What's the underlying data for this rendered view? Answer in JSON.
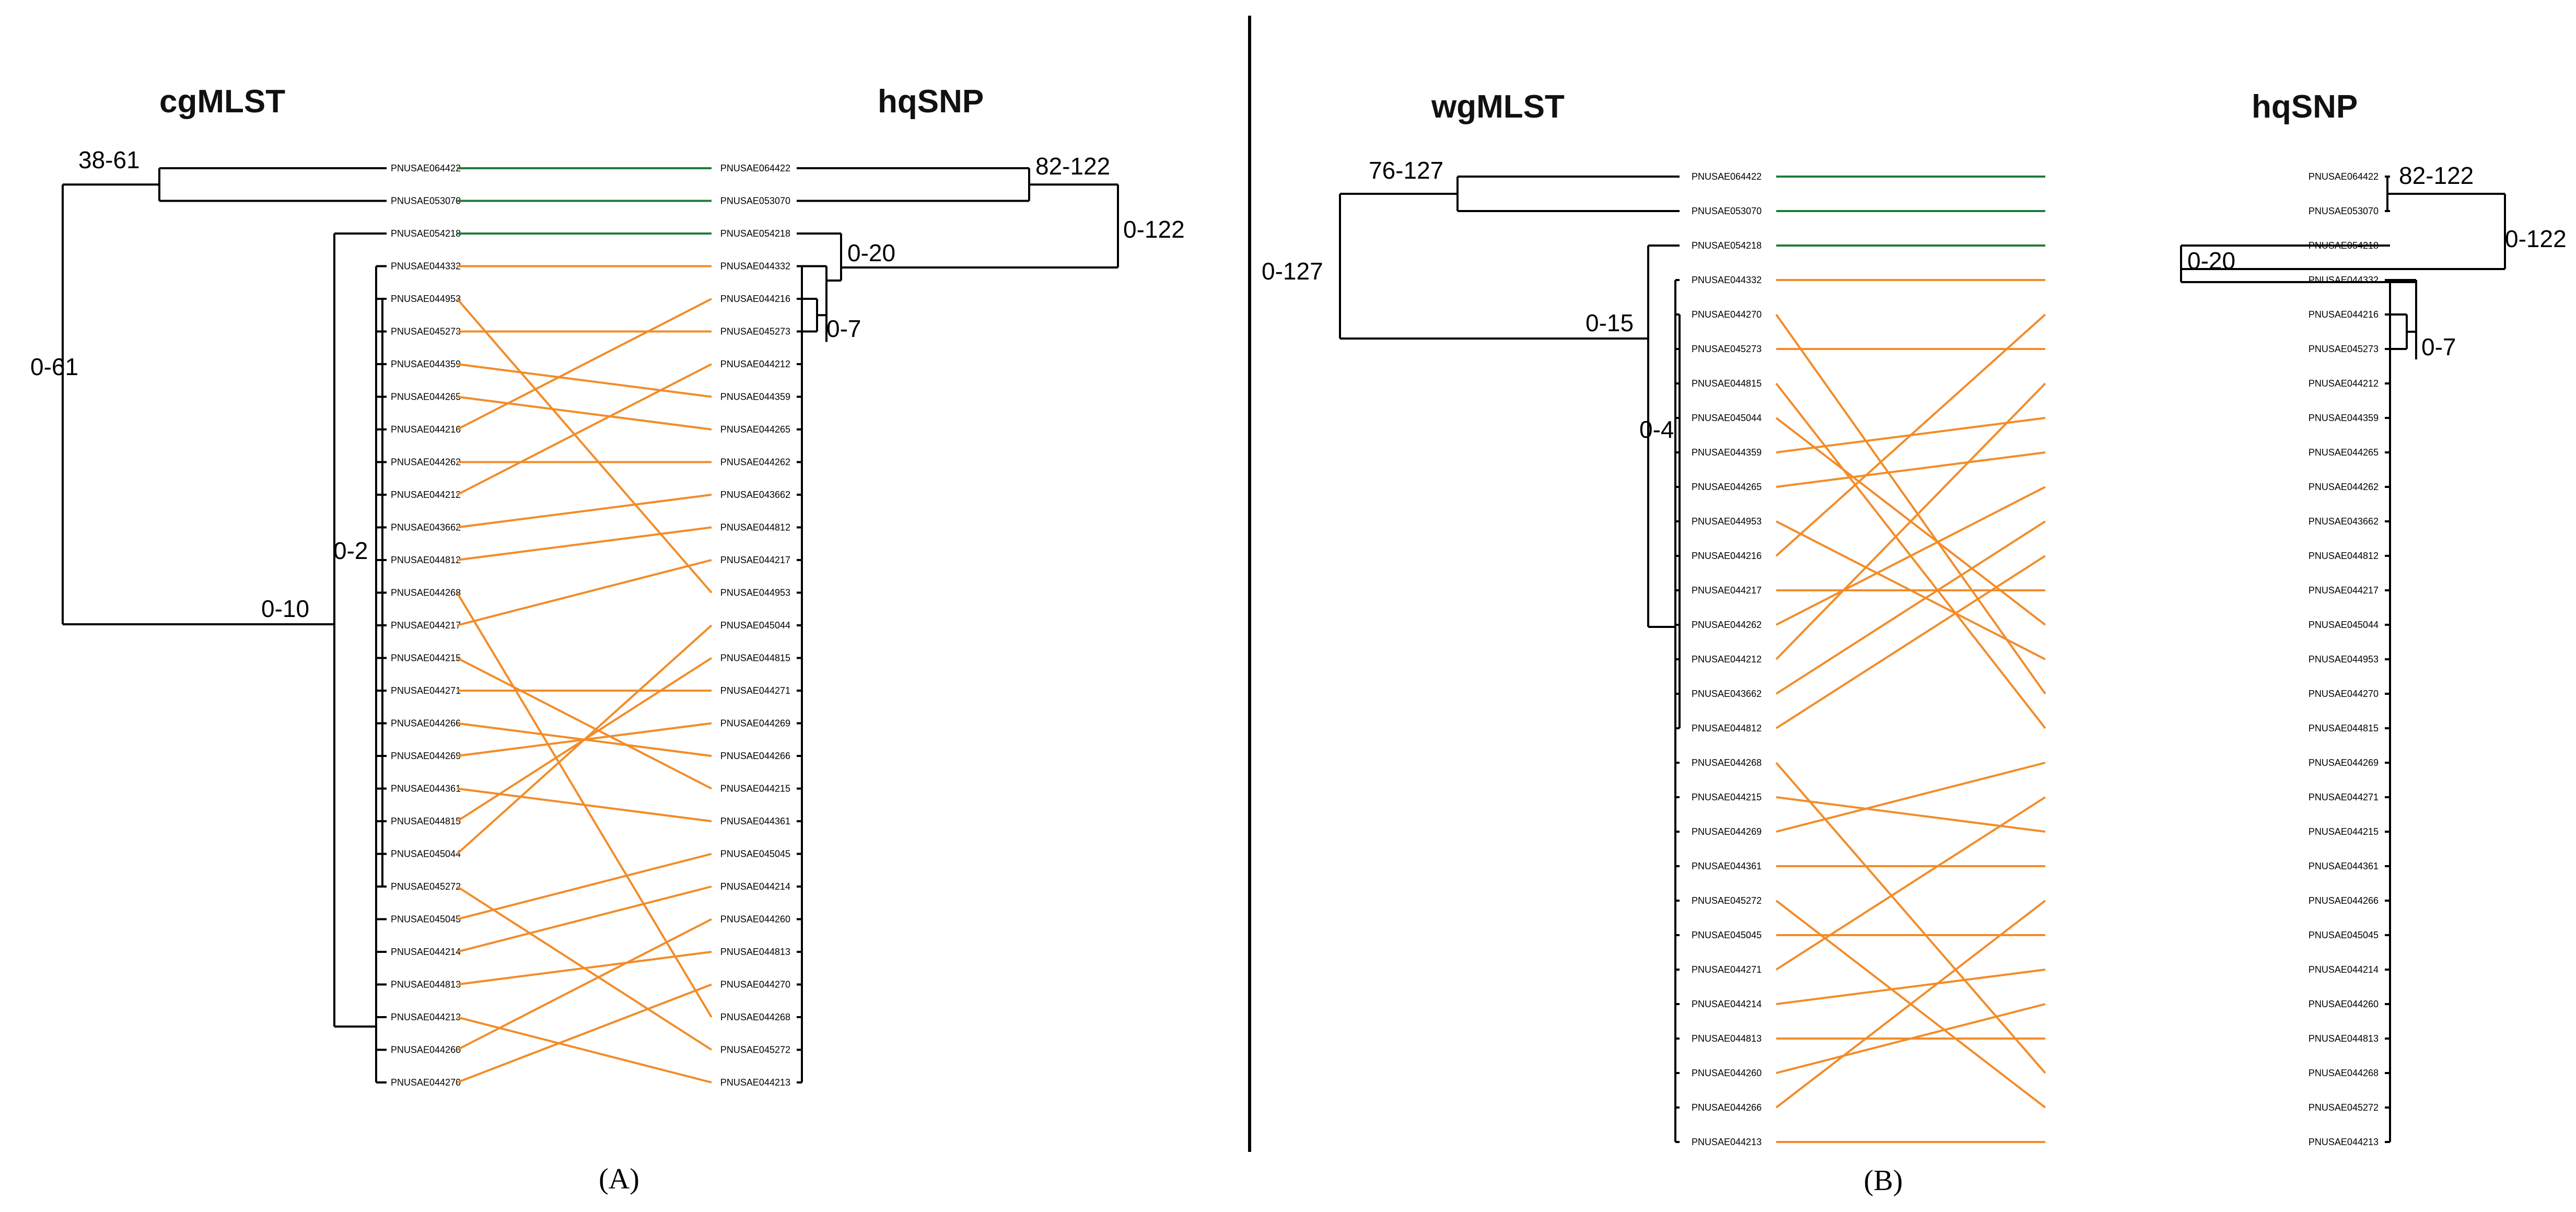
{
  "colors": {
    "same_position": "#1f7a3a",
    "changed_position": "#f28c28",
    "tree": "#000000"
  },
  "panels": [
    {
      "label": "(A)",
      "left_title": "cgMLST",
      "right_title": "hqSNP",
      "left_tips": [
        "PNUSAE064422",
        "PNUSAE053070",
        "PNUSAE054218",
        "PNUSAE044332",
        "PNUSAE044953",
        "PNUSAE045273",
        "PNUSAE044359",
        "PNUSAE044265",
        "PNUSAE044216",
        "PNUSAE044262",
        "PNUSAE044212",
        "PNUSAE043662",
        "PNUSAE044812",
        "PNUSAE044268",
        "PNUSAE044217",
        "PNUSAE044215",
        "PNUSAE044271",
        "PNUSAE044266",
        "PNUSAE044269",
        "PNUSAE044361",
        "PNUSAE044815",
        "PNUSAE045044",
        "PNUSAE045272",
        "PNUSAE045045",
        "PNUSAE044214",
        "PNUSAE044813",
        "PNUSAE044213",
        "PNUSAE044260",
        "PNUSAE044270"
      ],
      "right_tips": [
        "PNUSAE064422",
        "PNUSAE053070",
        "PNUSAE054218",
        "PNUSAE044332",
        "PNUSAE044216",
        "PNUSAE045273",
        "PNUSAE044212",
        "PNUSAE044359",
        "PNUSAE044265",
        "PNUSAE044262",
        "PNUSAE043662",
        "PNUSAE044812",
        "PNUSAE044217",
        "PNUSAE044953",
        "PNUSAE045044",
        "PNUSAE044815",
        "PNUSAE044271",
        "PNUSAE044269",
        "PNUSAE044266",
        "PNUSAE044215",
        "PNUSAE044361",
        "PNUSAE045045",
        "PNUSAE044214",
        "PNUSAE044260",
        "PNUSAE044813",
        "PNUSAE044270",
        "PNUSAE044268",
        "PNUSAE045272",
        "PNUSAE044213"
      ],
      "left_branch_labels": [
        "38-61",
        "0-61",
        "0-10",
        "0-2"
      ],
      "right_branch_labels": [
        "82-122",
        "0-122",
        "0-20",
        "0-7"
      ]
    },
    {
      "label": "(B)",
      "left_title": "wgMLST",
      "right_title": "hqSNP",
      "left_tips": [
        "PNUSAE064422",
        "PNUSAE053070",
        "PNUSAE054218",
        "PNUSAE044332",
        "PNUSAE044270",
        "PNUSAE045273",
        "PNUSAE044815",
        "PNUSAE045044",
        "PNUSAE044359",
        "PNUSAE044265",
        "PNUSAE044953",
        "PNUSAE044216",
        "PNUSAE044217",
        "PNUSAE044262",
        "PNUSAE044212",
        "PNUSAE043662",
        "PNUSAE044812",
        "PNUSAE044268",
        "PNUSAE044215",
        "PNUSAE044269",
        "PNUSAE044361",
        "PNUSAE045272",
        "PNUSAE045045",
        "PNUSAE044271",
        "PNUSAE044214",
        "PNUSAE044813",
        "PNUSAE044260",
        "PNUSAE044266",
        "PNUSAE044213"
      ],
      "right_tips": [
        "PNUSAE064422",
        "PNUSAE053070",
        "PNUSAE054218",
        "PNUSAE044332",
        "PNUSAE044216",
        "PNUSAE045273",
        "PNUSAE044212",
        "PNUSAE044359",
        "PNUSAE044265",
        "PNUSAE044262",
        "PNUSAE043662",
        "PNUSAE044812",
        "PNUSAE044217",
        "PNUSAE045044",
        "PNUSAE044953",
        "PNUSAE044270",
        "PNUSAE044815",
        "PNUSAE044269",
        "PNUSAE044271",
        "PNUSAE044215",
        "PNUSAE044361",
        "PNUSAE044266",
        "PNUSAE045045",
        "PNUSAE044214",
        "PNUSAE044260",
        "PNUSAE044813",
        "PNUSAE044268",
        "PNUSAE045272",
        "PNUSAE044213"
      ],
      "left_branch_labels": [
        "76-127",
        "0-127",
        "0-15",
        "0-4"
      ],
      "right_branch_labels": [
        "82-122",
        "0-122",
        "0-20",
        "0-7"
      ]
    }
  ]
}
